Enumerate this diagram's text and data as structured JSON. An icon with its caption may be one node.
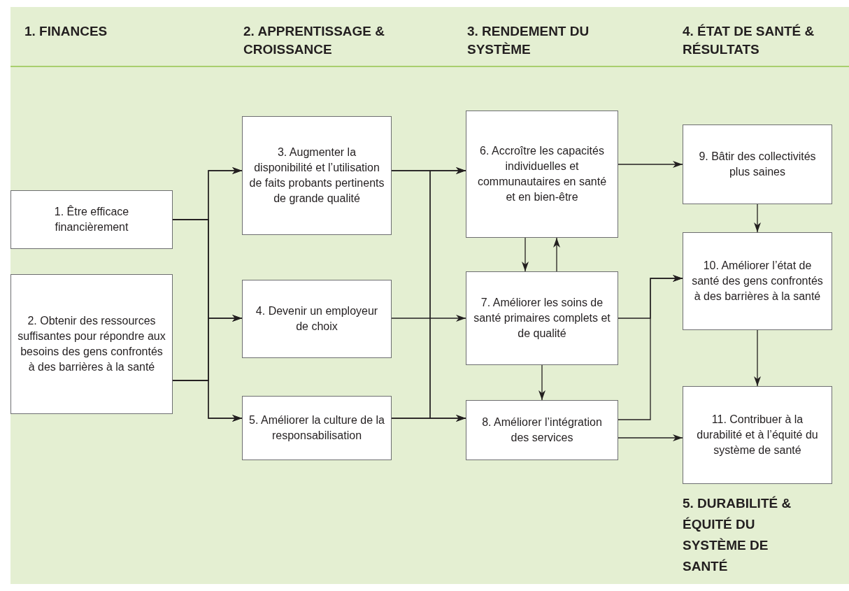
{
  "diagram": {
    "nodes": [
      {
        "text": [
          "1. Être efficace financièrement"
        ]
      },
      {
        "text": [
          "2. Obtenir des ressources suffisantes pour répondre aux besoins des gens confrontés à des barrières à la santé"
        ]
      },
      {
        "text": [
          "3. Augmenter la disponibilité et l’utilisation de faits probants pertinents de grande qualité"
        ]
      },
      {
        "text": [
          "4. Devenir un employeur de choix"
        ]
      },
      {
        "text": [
          "5. Améliorer la culture de la responsabilisation"
        ]
      },
      {
        "text": [
          "6. Accroître les capacités individuelles et communautaires en santé et en bien-être"
        ]
      },
      {
        "text": [
          "7. Améliorer les soins de santé primaires complets et de qualité"
        ]
      },
      {
        "text": [
          "8. Améliorer l’intégration des services"
        ]
      },
      {
        "text": [
          "9. Bâtir des collectivités plus saines"
        ]
      },
      {
        "text": [
          "10. Améliorer l’état de santé des gens confrontés à des barrières à la santé"
        ]
      },
      {
        "text": [
          "11. Contribuer à la durabilité et à l’équité du système de santé"
        ]
      }
    ],
    "edges": [
      {
        "from": 0,
        "to": 2,
        "arrow": "to"
      },
      {
        "from": 0,
        "to": 3,
        "arrow": "to"
      },
      {
        "from": 0,
        "to": 4,
        "arrow": "to"
      },
      {
        "from": 1,
        "to": 2,
        "arrow": "to"
      },
      {
        "from": 1,
        "to": 3,
        "arrow": "to"
      },
      {
        "from": 1,
        "to": 4,
        "arrow": "to"
      },
      {
        "from": 2,
        "to": 5,
        "arrow": "to"
      },
      {
        "from": 2,
        "to": 7,
        "arrow": "to"
      },
      {
        "from": 4,
        "to": 5,
        "arrow": "to"
      },
      {
        "from": 4,
        "to": 7,
        "arrow": "to"
      },
      {
        "from": 3,
        "to": 6,
        "arrow": "to"
      },
      {
        "from": 5,
        "to": 6,
        "arrow": "to"
      },
      {
        "from": 6,
        "to": 5,
        "arrow": "to"
      },
      {
        "from": 6,
        "to": 7,
        "arrow": "to"
      },
      {
        "from": 5,
        "to": 8,
        "arrow": "to"
      },
      {
        "from": 6,
        "to": 9,
        "arrow": "to"
      },
      {
        "from": 7,
        "to": 9,
        "arrow": "to"
      },
      {
        "from": 7,
        "to": 10,
        "arrow": "to"
      },
      {
        "from": 8,
        "to": 9,
        "arrow": "to"
      },
      {
        "from": 9,
        "to": 10,
        "arrow": "to"
      }
    ],
    "labels": [
      "1. FINANCES",
      "2. APPRENTISSAGE & CROISSANCE",
      "3. RENDEMENT DU SYSTÈME",
      "4. ÉTAT DE SANTÉ & RÉSULTATS",
      "5. DURABILITÉ & ÉQUITÉ DU SYSTÈME DE SANTÉ"
    ]
  }
}
